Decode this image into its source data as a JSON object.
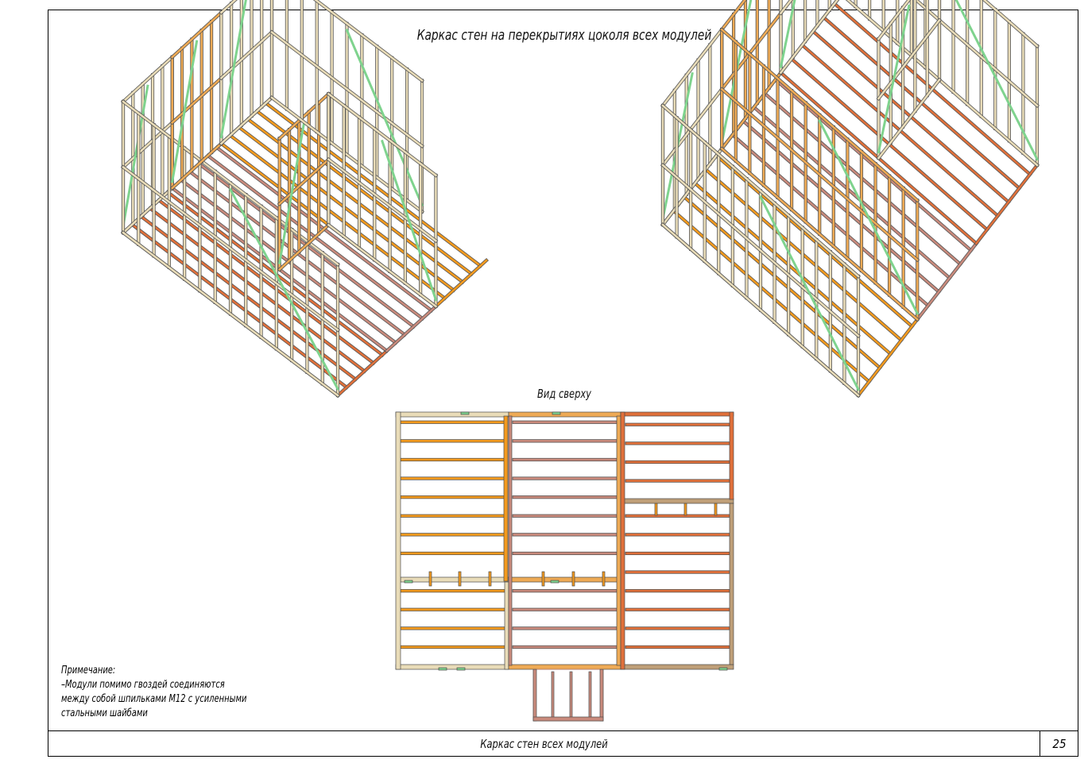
{
  "sheet": {
    "title": "Каркас стен на перекрытиях цоколя всех модулей",
    "top_view_label": "Вид сверху",
    "note": {
      "heading": "Примечание:",
      "lines": [
        "–Модули помимо гвоздей соединяются",
        "между собой шпильками М12 с усиленными",
        "стальными шайбами"
      ]
    }
  },
  "footer": {
    "title": "Каркас стен всех модулей",
    "page_number": "25"
  },
  "colors": {
    "beige": "#e9dcb8",
    "orange": "#f39a1e",
    "light_orange": "#eeaa55",
    "pink": "#c98a7c",
    "red": "#e0703a",
    "tan": "#bf9f78",
    "green": "#7fd38e",
    "outline": "#555555"
  }
}
